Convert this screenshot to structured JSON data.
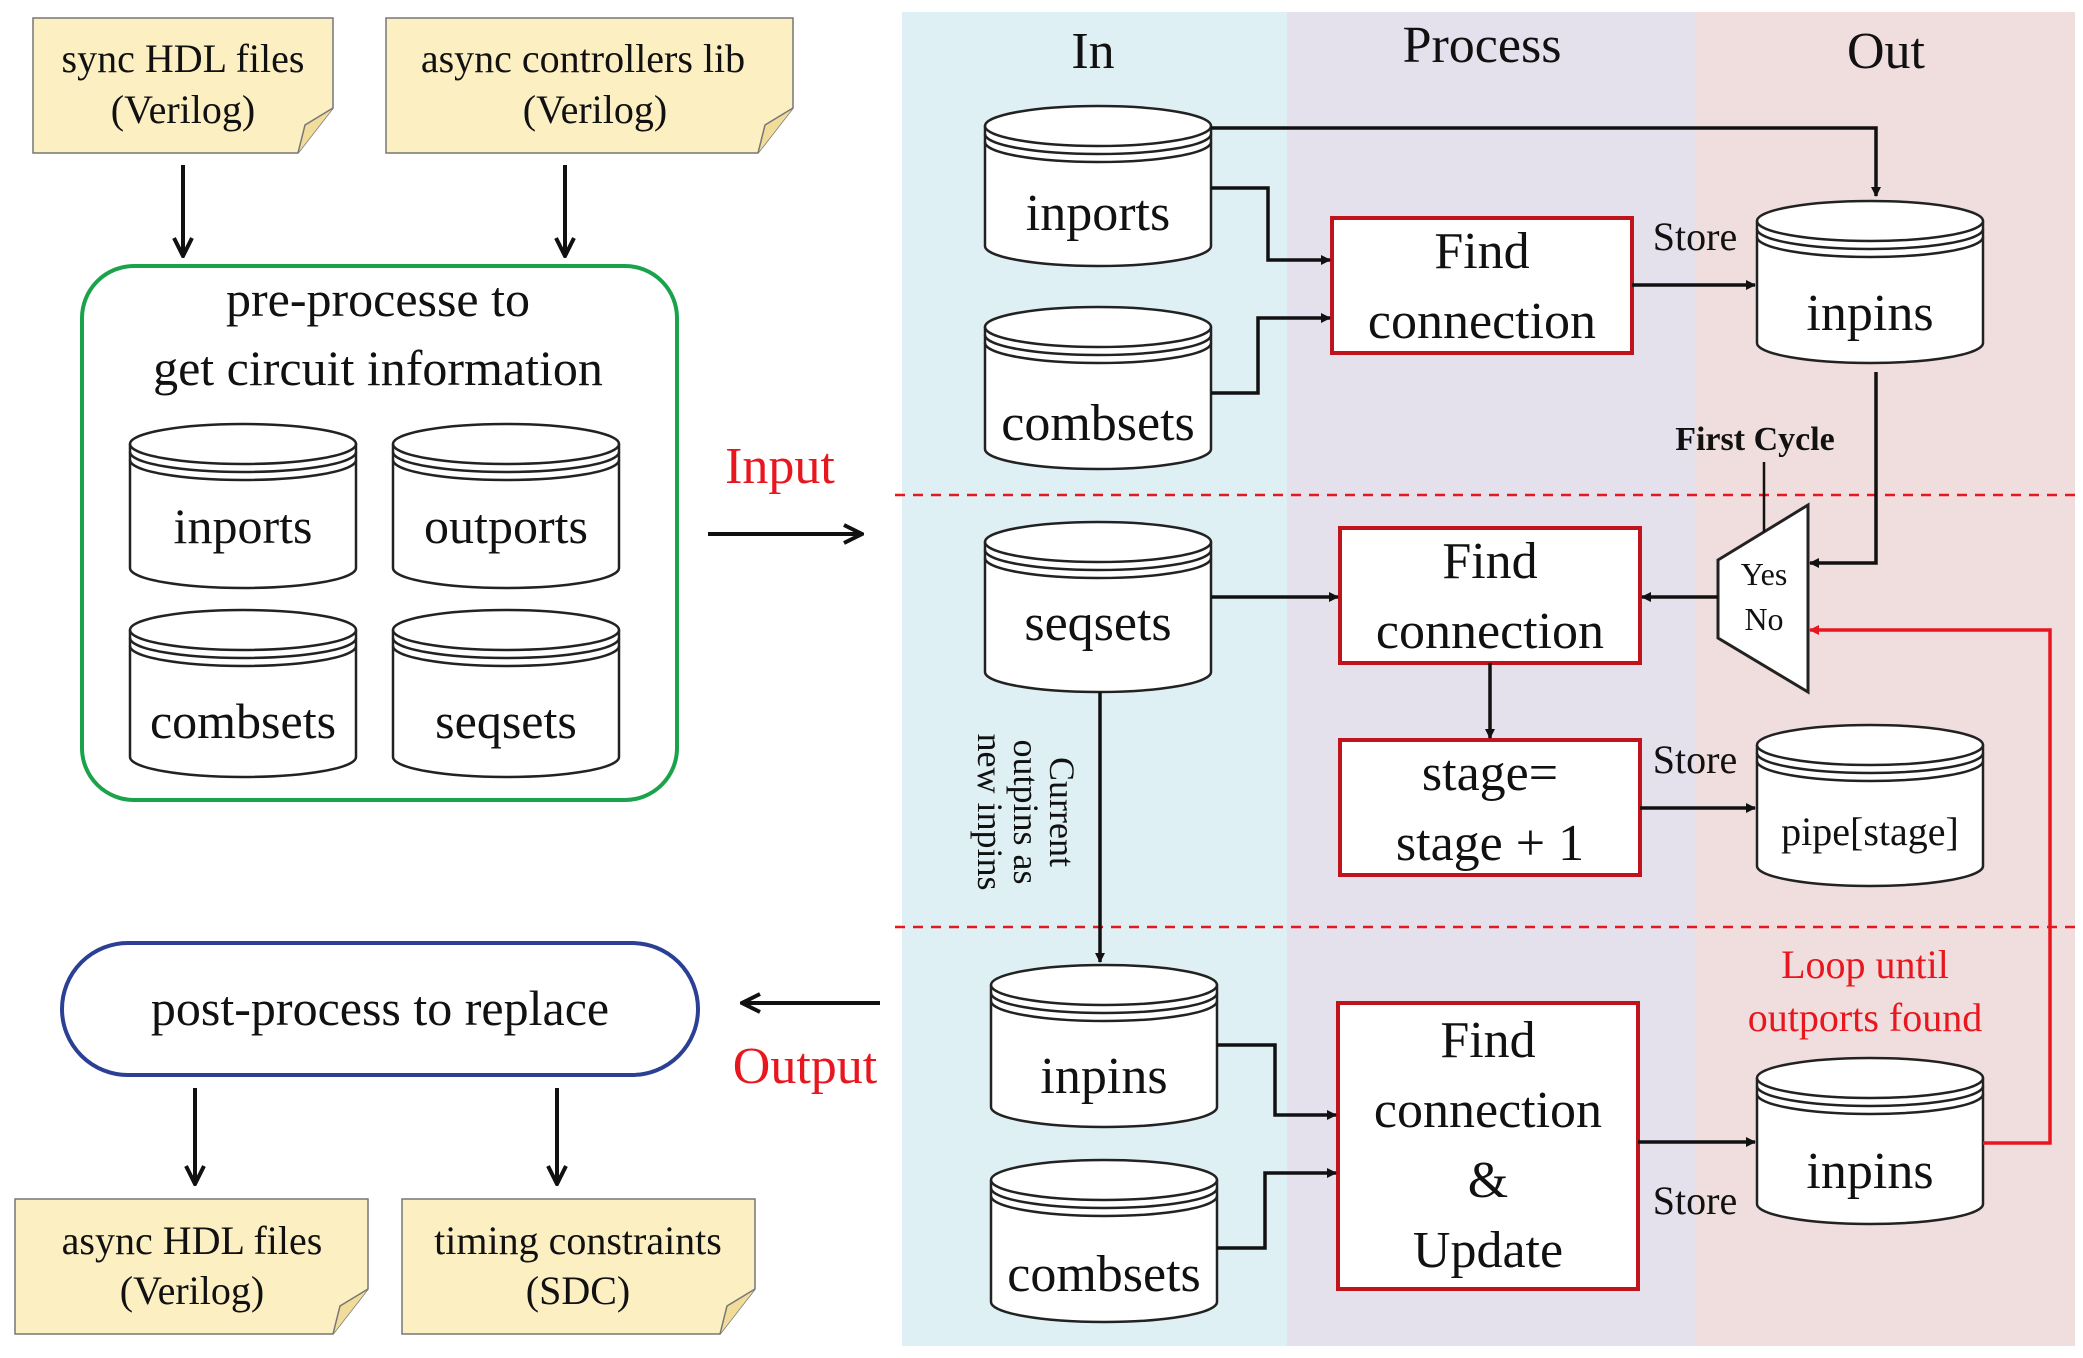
{
  "inputs": {
    "sync_hdl": [
      "sync HDL files",
      "(Verilog)"
    ],
    "async_lib": [
      "async controllers lib",
      "(Verilog)"
    ]
  },
  "preprocess": {
    "title": [
      "pre-processe to",
      "get circuit information"
    ],
    "dbs": [
      "inports",
      "outports",
      "combsets",
      "seqsets"
    ]
  },
  "input_label": "Input",
  "output_label": "Output",
  "postprocess": {
    "title": "post-process to replace"
  },
  "outputs": {
    "async_hdl": [
      "async HDL files",
      "(Verilog)"
    ],
    "timing": [
      "timing constraints",
      "(SDC)"
    ]
  },
  "columns": {
    "in": "In",
    "process": "Process",
    "out": "Out"
  },
  "row1": {
    "db_inports": "inports",
    "db_combsets": "combsets",
    "find": [
      "Find",
      "connection"
    ],
    "store": "Store",
    "db_inpins": "inpins"
  },
  "first_cycle": "First Cycle",
  "mux": {
    "yes": "Yes",
    "no": "No"
  },
  "row2": {
    "db_seqsets": "seqsets",
    "find": [
      "Find",
      "connection"
    ],
    "stage": [
      "stage=",
      "stage + 1"
    ],
    "store": "Store",
    "db_pipe": "pipe[stage]",
    "current_note": [
      "Current",
      "outpins as",
      "new inpins"
    ]
  },
  "row3": {
    "db_inpins_in": "inpins",
    "db_combsets": "combsets",
    "find": [
      "Find",
      "connection",
      "&",
      "Update"
    ],
    "store": "Store",
    "db_inpins_out": "inpins",
    "loop_note": [
      "Loop until",
      "outports found"
    ]
  },
  "colors": {
    "note_fill": "#fcefc2",
    "col_in": "#dff0f5",
    "col_process": "#e4e0ec",
    "col_out": "#efdedd",
    "green_border": "#1aa34a",
    "blue_border": "#2b3f95",
    "red": "#e8161e",
    "box_red": "#c0141c"
  }
}
